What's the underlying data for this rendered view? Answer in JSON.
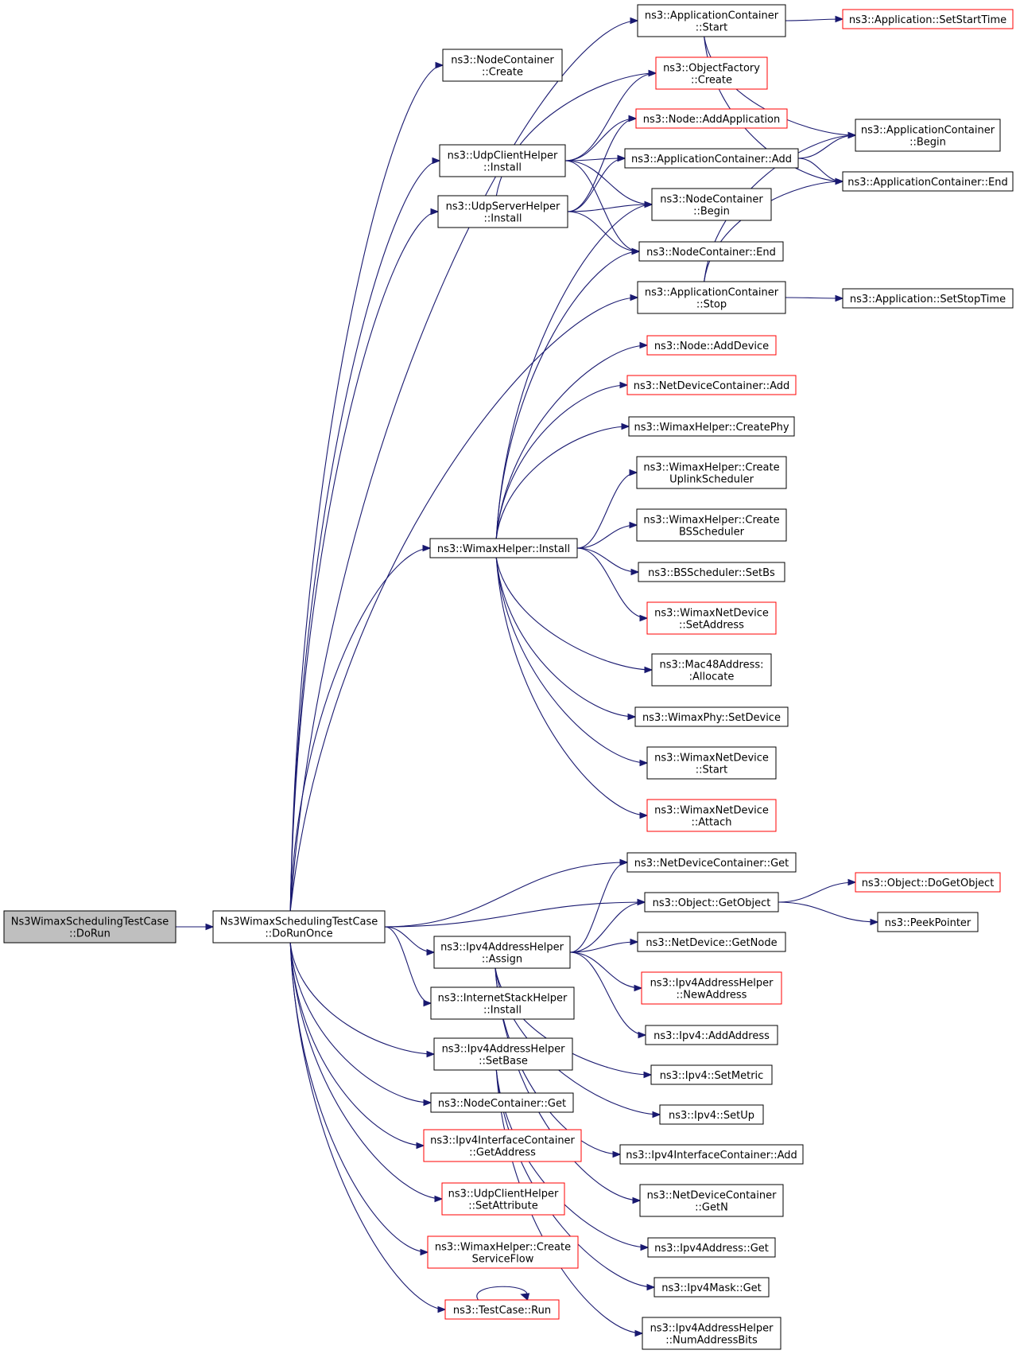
{
  "graph": {
    "nodes": [
      {
        "id": "root",
        "lines": [
          "Ns3WimaxSchedulingTestCase",
          "::DoRun"
        ],
        "style": "root"
      },
      {
        "id": "doRunOnce",
        "lines": [
          "Ns3WimaxSchedulingTestCase",
          "::DoRunOnce"
        ],
        "style": "normal"
      },
      {
        "id": "ncCreate",
        "lines": [
          "ns3::NodeContainer",
          "::Create"
        ],
        "style": "normal"
      },
      {
        "id": "udpClientInstall",
        "lines": [
          "ns3::UdpClientHelper",
          "::Install"
        ],
        "style": "normal"
      },
      {
        "id": "udpServerInstall",
        "lines": [
          "ns3::UdpServerHelper",
          "::Install"
        ],
        "style": "normal"
      },
      {
        "id": "wimaxInstall",
        "lines": [
          "ns3::WimaxHelper::Install"
        ],
        "style": "normal"
      },
      {
        "id": "ipv4Assign",
        "lines": [
          "ns3::Ipv4AddressHelper",
          "::Assign"
        ],
        "style": "normal"
      },
      {
        "id": "inetInstall",
        "lines": [
          "ns3::InternetStackHelper",
          "::Install"
        ],
        "style": "normal"
      },
      {
        "id": "ipv4SetBase",
        "lines": [
          "ns3::Ipv4AddressHelper",
          "::SetBase"
        ],
        "style": "normal"
      },
      {
        "id": "ncGet",
        "lines": [
          "ns3::NodeContainer::Get"
        ],
        "style": "normal"
      },
      {
        "id": "ifcGetAddress",
        "lines": [
          "ns3::Ipv4InterfaceContainer",
          "::GetAddress"
        ],
        "style": "red"
      },
      {
        "id": "udpSetAttr",
        "lines": [
          "ns3::UdpClientHelper",
          "::SetAttribute"
        ],
        "style": "red"
      },
      {
        "id": "createServiceFlow",
        "lines": [
          "ns3::WimaxHelper::Create",
          "ServiceFlow"
        ],
        "style": "red"
      },
      {
        "id": "testRun",
        "lines": [
          "ns3::TestCase::Run"
        ],
        "style": "red"
      },
      {
        "id": "appStart",
        "lines": [
          "ns3::ApplicationContainer",
          "::Start"
        ],
        "style": "normal"
      },
      {
        "id": "objFactCreate",
        "lines": [
          "ns3::ObjectFactory",
          "::Create"
        ],
        "style": "red"
      },
      {
        "id": "nodeAddApp",
        "lines": [
          "ns3::Node::AddApplication"
        ],
        "style": "red"
      },
      {
        "id": "appContAdd",
        "lines": [
          "ns3::ApplicationContainer::Add"
        ],
        "style": "normal"
      },
      {
        "id": "ncBegin",
        "lines": [
          "ns3::NodeContainer",
          "::Begin"
        ],
        "style": "normal"
      },
      {
        "id": "ncEnd",
        "lines": [
          "ns3::NodeContainer::End"
        ],
        "style": "normal"
      },
      {
        "id": "appStop",
        "lines": [
          "ns3::ApplicationContainer",
          "::Stop"
        ],
        "style": "normal"
      },
      {
        "id": "nodeAddDevice",
        "lines": [
          "ns3::Node::AddDevice"
        ],
        "style": "red"
      },
      {
        "id": "ndcAdd",
        "lines": [
          "ns3::NetDeviceContainer::Add"
        ],
        "style": "red"
      },
      {
        "id": "createPhy",
        "lines": [
          "ns3::WimaxHelper::CreatePhy"
        ],
        "style": "normal"
      },
      {
        "id": "createUplink",
        "lines": [
          "ns3::WimaxHelper::Create",
          "UplinkScheduler"
        ],
        "style": "normal"
      },
      {
        "id": "createBS",
        "lines": [
          "ns3::WimaxHelper::Create",
          "BSScheduler"
        ],
        "style": "normal"
      },
      {
        "id": "bsSetBs",
        "lines": [
          "ns3::BSScheduler::SetBs"
        ],
        "style": "normal"
      },
      {
        "id": "wndSetAddress",
        "lines": [
          "ns3::WimaxNetDevice",
          "::SetAddress"
        ],
        "style": "red"
      },
      {
        "id": "mac48Allocate",
        "lines": [
          "ns3::Mac48Address:",
          ":Allocate"
        ],
        "style": "normal"
      },
      {
        "id": "phySetDevice",
        "lines": [
          "ns3::WimaxPhy::SetDevice"
        ],
        "style": "normal"
      },
      {
        "id": "wndStart",
        "lines": [
          "ns3::WimaxNetDevice",
          "::Start"
        ],
        "style": "normal"
      },
      {
        "id": "wndAttach",
        "lines": [
          "ns3::WimaxNetDevice",
          "::Attach"
        ],
        "style": "red"
      },
      {
        "id": "ndcGet",
        "lines": [
          "ns3::NetDeviceContainer::Get"
        ],
        "style": "normal"
      },
      {
        "id": "objGetObject",
        "lines": [
          "ns3::Object::GetObject"
        ],
        "style": "normal"
      },
      {
        "id": "ndGetNode",
        "lines": [
          "ns3::NetDevice::GetNode"
        ],
        "style": "normal"
      },
      {
        "id": "newAddress",
        "lines": [
          "ns3::Ipv4AddressHelper",
          "::NewAddress"
        ],
        "style": "red"
      },
      {
        "id": "ipv4AddAddress",
        "lines": [
          "ns3::Ipv4::AddAddress"
        ],
        "style": "normal"
      },
      {
        "id": "ipv4SetMetric",
        "lines": [
          "ns3::Ipv4::SetMetric"
        ],
        "style": "normal"
      },
      {
        "id": "ipv4SetUp",
        "lines": [
          "ns3::Ipv4::SetUp"
        ],
        "style": "normal"
      },
      {
        "id": "ifcAdd",
        "lines": [
          "ns3::Ipv4InterfaceContainer::Add"
        ],
        "style": "normal"
      },
      {
        "id": "ndcGetN",
        "lines": [
          "ns3::NetDeviceContainer",
          "::GetN"
        ],
        "style": "normal"
      },
      {
        "id": "ipv4AddrGet",
        "lines": [
          "ns3::Ipv4Address::Get"
        ],
        "style": "normal"
      },
      {
        "id": "ipv4MaskGet",
        "lines": [
          "ns3::Ipv4Mask::Get"
        ],
        "style": "normal"
      },
      {
        "id": "numAddrBits",
        "lines": [
          "ns3::Ipv4AddressHelper",
          "::NumAddressBits"
        ],
        "style": "normal"
      },
      {
        "id": "appSetStartTime",
        "lines": [
          "ns3::Application::SetStartTime"
        ],
        "style": "red"
      },
      {
        "id": "appContBegin",
        "lines": [
          "ns3::ApplicationContainer",
          "::Begin"
        ],
        "style": "normal"
      },
      {
        "id": "appContEnd",
        "lines": [
          "ns3::ApplicationContainer::End"
        ],
        "style": "normal"
      },
      {
        "id": "appSetStopTime",
        "lines": [
          "ns3::Application::SetStopTime"
        ],
        "style": "normal"
      },
      {
        "id": "doGetObject",
        "lines": [
          "ns3::Object::DoGetObject"
        ],
        "style": "red"
      },
      {
        "id": "peekPointer",
        "lines": [
          "ns3::PeekPointer"
        ],
        "style": "normal"
      }
    ],
    "edges": [
      [
        "root",
        "doRunOnce"
      ],
      [
        "doRunOnce",
        "ncCreate"
      ],
      [
        "doRunOnce",
        "appStart"
      ],
      [
        "doRunOnce",
        "udpClientInstall"
      ],
      [
        "doRunOnce",
        "udpServerInstall"
      ],
      [
        "doRunOnce",
        "appStop"
      ],
      [
        "doRunOnce",
        "wimaxInstall"
      ],
      [
        "doRunOnce",
        "ndcGet"
      ],
      [
        "doRunOnce",
        "objGetObject"
      ],
      [
        "doRunOnce",
        "ipv4Assign"
      ],
      [
        "doRunOnce",
        "inetInstall"
      ],
      [
        "doRunOnce",
        "ipv4SetBase"
      ],
      [
        "doRunOnce",
        "ncGet"
      ],
      [
        "doRunOnce",
        "ifcGetAddress"
      ],
      [
        "doRunOnce",
        "udpSetAttr"
      ],
      [
        "doRunOnce",
        "createServiceFlow"
      ],
      [
        "doRunOnce",
        "testRun"
      ],
      [
        "appStart",
        "appSetStartTime"
      ],
      [
        "appStart",
        "appContBegin"
      ],
      [
        "appStart",
        "appContEnd"
      ],
      [
        "udpClientInstall",
        "objFactCreate"
      ],
      [
        "udpClientInstall",
        "nodeAddApp"
      ],
      [
        "udpClientInstall",
        "appContAdd"
      ],
      [
        "udpClientInstall",
        "ncBegin"
      ],
      [
        "udpClientInstall",
        "ncEnd"
      ],
      [
        "udpServerInstall",
        "objFactCreate"
      ],
      [
        "udpServerInstall",
        "nodeAddApp"
      ],
      [
        "udpServerInstall",
        "appContAdd"
      ],
      [
        "udpServerInstall",
        "ncBegin"
      ],
      [
        "udpServerInstall",
        "ncEnd"
      ],
      [
        "appContAdd",
        "appContBegin"
      ],
      [
        "appContAdd",
        "appContEnd"
      ],
      [
        "appStop",
        "appSetStopTime"
      ],
      [
        "appStop",
        "appContBegin"
      ],
      [
        "appStop",
        "appContEnd"
      ],
      [
        "wimaxInstall",
        "ncBegin"
      ],
      [
        "wimaxInstall",
        "ncEnd"
      ],
      [
        "wimaxInstall",
        "nodeAddDevice"
      ],
      [
        "wimaxInstall",
        "ndcAdd"
      ],
      [
        "wimaxInstall",
        "createPhy"
      ],
      [
        "wimaxInstall",
        "createUplink"
      ],
      [
        "wimaxInstall",
        "createBS"
      ],
      [
        "wimaxInstall",
        "bsSetBs"
      ],
      [
        "wimaxInstall",
        "wndSetAddress"
      ],
      [
        "wimaxInstall",
        "mac48Allocate"
      ],
      [
        "wimaxInstall",
        "phySetDevice"
      ],
      [
        "wimaxInstall",
        "wndStart"
      ],
      [
        "wimaxInstall",
        "wndAttach"
      ],
      [
        "ipv4Assign",
        "ndcGet"
      ],
      [
        "ipv4Assign",
        "objGetObject"
      ],
      [
        "ipv4Assign",
        "ndGetNode"
      ],
      [
        "ipv4Assign",
        "newAddress"
      ],
      [
        "ipv4Assign",
        "ipv4AddAddress"
      ],
      [
        "ipv4Assign",
        "ipv4SetMetric"
      ],
      [
        "ipv4Assign",
        "ipv4SetUp"
      ],
      [
        "ipv4Assign",
        "ifcAdd"
      ],
      [
        "ipv4Assign",
        "ndcGetN"
      ],
      [
        "ipv4SetBase",
        "ipv4AddrGet"
      ],
      [
        "ipv4SetBase",
        "ipv4MaskGet"
      ],
      [
        "ipv4SetBase",
        "numAddrBits"
      ],
      [
        "objGetObject",
        "doGetObject"
      ],
      [
        "objGetObject",
        "peekPointer"
      ],
      [
        "testRun",
        "testRun"
      ]
    ]
  }
}
